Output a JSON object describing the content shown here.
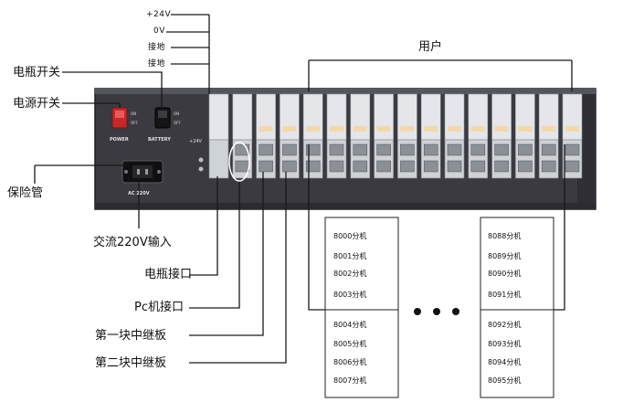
{
  "power_labels": [
    "+24V",
    "0V",
    "接地",
    "接地"
  ],
  "left_labels": {
    "battery_switch": "电瓶开关",
    "power_switch": "电源开关",
    "fuse": "保险管",
    "ac_input": "交流220V输入",
    "battery_port": "电瓶接口",
    "pc_port": "Pc机接口",
    "relay_board_1": "第一块中继板",
    "relay_board_2": "第二块中继板"
  },
  "users_label": "用户",
  "panel_text": {
    "power_switch_caption": "POWER",
    "battery_switch_caption": "BATTERY",
    "on": "ON",
    "off": "OFF",
    "ac_caption": "AC 220V",
    "terminal_caption": "+24V"
  },
  "extensions_left": [
    "8000分机",
    "8001分机",
    "8002分机",
    "8003分机",
    "8004分机",
    "8005分机",
    "8006分机",
    "8007分机"
  ],
  "extensions_right": [
    "8088分机",
    "8089分机",
    "8090分机",
    "8091分机",
    "8092分机",
    "8093分机",
    "8094分机",
    "8095分机"
  ],
  "colors": {
    "panel": "#3a3a40",
    "panel_dark": "#2b2b30",
    "card": "#e4e6ea",
    "port": "#9aa0a6",
    "switch_red": "#c62828",
    "terminal_green": "#2e9d43"
  }
}
